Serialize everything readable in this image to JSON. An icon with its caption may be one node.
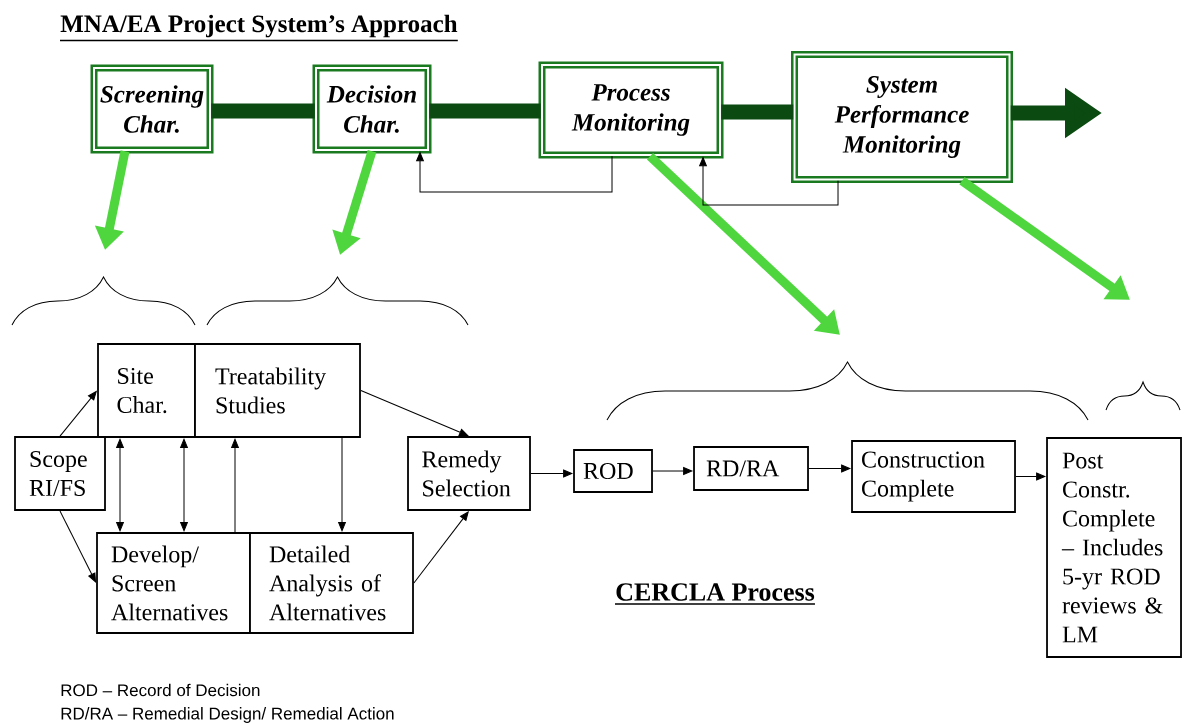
{
  "diagram": {
    "title": "MNA/EA Project System’s Approach",
    "nodes": [
      {
        "text": [
          "Screening Char."
        ]
      },
      {
        "text": [
          "Decision Char."
        ]
      },
      {
        "text": [
          "Process Monitoring"
        ]
      },
      {
        "text": [
          "System Performance Monitoring"
        ]
      },
      {
        "text": [
          "Site Char."
        ]
      },
      {
        "text": [
          "Treatability Studies"
        ]
      },
      {
        "text": [
          "Scope RI/FS"
        ]
      },
      {
        "text": [
          "Remedy Selection"
        ]
      },
      {
        "text": [
          "ROD"
        ]
      },
      {
        "text": [
          "RD/RA"
        ]
      },
      {
        "text": [
          "Construction Complete"
        ]
      },
      {
        "text": [
          "Post Constr. Complete – Includes 5-yr ROD reviews & LM"
        ]
      },
      {
        "text": [
          "Develop/ Screen Alternatives"
        ]
      },
      {
        "text": [
          "Detailed Analysis of Alternatives"
        ]
      }
    ],
    "edges": [
      {
        "from": 0,
        "to": 1,
        "arrow": "none",
        "style": "thick",
        "color": "#0b4a10"
      },
      {
        "from": 1,
        "to": 2,
        "arrow": "none",
        "style": "thick",
        "color": "#0b4a10"
      },
      {
        "from": 2,
        "to": 3,
        "arrow": "none",
        "style": "thick",
        "color": "#0b4a10"
      },
      {
        "from": 3,
        "to": null,
        "arrow": "to",
        "style": "thick",
        "color": "#0b4a10"
      },
      {
        "from": 0,
        "to": null,
        "arrow": "to",
        "style": "thick",
        "color": "#4fd63f"
      },
      {
        "from": 1,
        "to": null,
        "arrow": "to",
        "style": "thick",
        "color": "#4fd63f"
      },
      {
        "from": 2,
        "to": null,
        "arrow": "to",
        "style": "thick",
        "color": "#4fd63f"
      },
      {
        "from": 3,
        "to": null,
        "arrow": "to",
        "style": "thick",
        "color": "#4fd63f"
      },
      {
        "from": 2,
        "to": 1,
        "arrow": "to"
      },
      {
        "from": 3,
        "to": 2,
        "arrow": "to"
      },
      {
        "from": 6,
        "to": 4,
        "arrow": "to"
      },
      {
        "from": 6,
        "to": 12,
        "arrow": "to"
      },
      {
        "from": 4,
        "to": 12,
        "arrow": "both"
      },
      {
        "from": 4,
        "to": 12,
        "arrow": "both"
      },
      {
        "from": 12,
        "to": 5,
        "arrow": "to"
      },
      {
        "from": 5,
        "to": 13,
        "arrow": "to"
      },
      {
        "from": 5,
        "to": 7,
        "arrow": "to"
      },
      {
        "from": 13,
        "to": 7,
        "arrow": "to"
      },
      {
        "from": 7,
        "to": 8,
        "arrow": "to"
      },
      {
        "from": 8,
        "to": 9,
        "arrow": "to"
      },
      {
        "from": 9,
        "to": 10,
        "arrow": "to"
      },
      {
        "from": 10,
        "to": 11,
        "arrow": "to"
      }
    ],
    "labels": [
      "CERCLA Process",
      "ROD – Record of Decision",
      "RD/RA – Remedial Design/ Remedial Action"
    ]
  }
}
